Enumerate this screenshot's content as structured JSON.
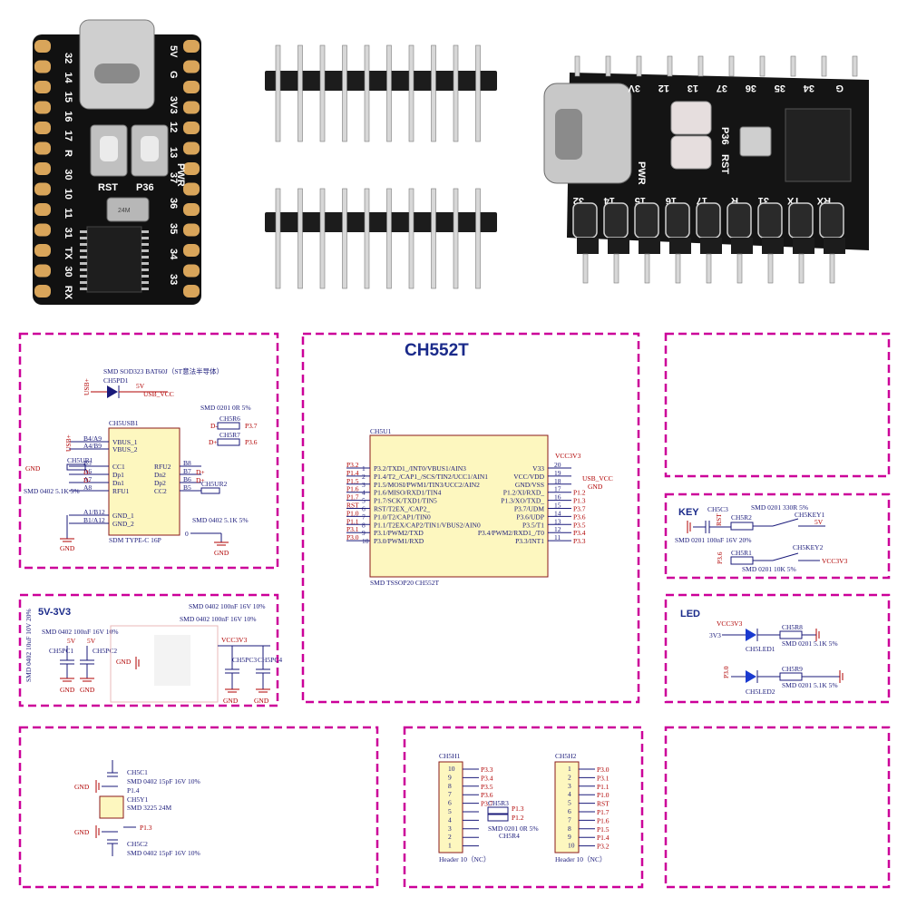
{
  "photos": {
    "board_top": {
      "left_labels": [
        "32",
        "14",
        "15",
        "16",
        "17",
        "R",
        "30",
        "10",
        "11",
        "31",
        "TX",
        "30",
        "RX"
      ],
      "right_labels": [
        "5V",
        "G",
        "3V3",
        "12",
        "13",
        "37",
        "36",
        "35",
        "34",
        "33"
      ],
      "buttons": [
        "RST",
        "P36"
      ],
      "pwr": "PWR",
      "crystal": "24M"
    },
    "board_side": {
      "top_labels": [
        "3V",
        "12",
        "13",
        "37",
        "36",
        "35",
        "34",
        "G"
      ],
      "bottom_labels": [
        "32",
        "14",
        "15",
        "16",
        "17",
        "R",
        "31",
        "TX",
        "RX"
      ],
      "buttons": [
        "RST",
        "P36"
      ],
      "pwr": "PWR"
    }
  },
  "usb_panel": {
    "diode_ref": "CH5PD1",
    "diode_part": "SMD SOD323 BAT60J（ST意法半导体）",
    "usb_plus": "USB+",
    "usb_vcc": "USB_VCC",
    "fiveV": "5V",
    "conn_ref": "CH5USB1",
    "conn_part": "SDM TYPE-C 16P",
    "left_pins": [
      "B4/A9",
      "A4/B9",
      "B5",
      "A6",
      "A7",
      "A8",
      "A1/B12",
      "B1/A12"
    ],
    "left_nets": [
      "VBUS_1",
      "VBUS_2",
      "CC1",
      "Dp1",
      "Dn1",
      "RFU1",
      "GND_1",
      "GND_2"
    ],
    "right_pins": [
      "B8",
      "B7",
      "B6",
      "B5"
    ],
    "right_nets": [
      "RFU2",
      "Dn2",
      "Dp2",
      "CC2"
    ],
    "res_ur1": "CH5UR1",
    "res_ur2": "CH5UR2",
    "res_ur_part": "SMD 0402 5.1K 5%",
    "r6": "CH5R6",
    "r7": "CH5R7",
    "r_part": "SMD 0201 0R 5%",
    "p37": "P3.7",
    "p36": "P3.6",
    "d_plus": "D+",
    "d_minus": "D-",
    "gnd": "GND",
    "zero": "0"
  },
  "mcu_panel": {
    "title": "CH552T",
    "ref": "CH5U1",
    "part": "SMD TSSOP20 CH552T",
    "vcc": "VCC3V3",
    "usb_vcc": "USB_VCC",
    "gnd": "GND",
    "left_pins": [
      {
        "num": "1",
        "net": "P3.2",
        "fn": "P3.2/TXD1_/INT0/VBUS1/AIN3"
      },
      {
        "num": "2",
        "net": "P1.4",
        "fn": "P1.4/T2_/CAP1_/SCS/TIN2/UCC1/AIN1"
      },
      {
        "num": "3",
        "net": "P1.5",
        "fn": "P1.5/MOSI/PWM1/TIN3/UCC2/AIN2"
      },
      {
        "num": "4",
        "net": "P1.6",
        "fn": "P1.6/MISO/RXD1/TIN4"
      },
      {
        "num": "5",
        "net": "P1.7",
        "fn": "P1.7/SCK/TXD1/TIN5"
      },
      {
        "num": "6",
        "net": "RST",
        "fn": "RST/T2EX_/CAP2_"
      },
      {
        "num": "7",
        "net": "P1.0",
        "fn": "P1.0/T2/CAP1/TIN0"
      },
      {
        "num": "8",
        "net": "P1.1",
        "fn": "P1.1/T2EX/CAP2/TIN1/VBUS2/AIN0"
      },
      {
        "num": "9",
        "net": "P3.1",
        "fn": "P3.1/PWM2/TXD"
      },
      {
        "num": "10",
        "net": "P3.0",
        "fn": "P3.0/PWM1/RXD"
      }
    ],
    "right_pins": [
      {
        "num": "20",
        "net": "",
        "fn": "V33"
      },
      {
        "num": "19",
        "net": "",
        "fn": "VCC/VDD"
      },
      {
        "num": "18",
        "net": "",
        "fn": "GND/VSS"
      },
      {
        "num": "17",
        "net": "P1.2",
        "fn": "P1.2/XI/RXD_"
      },
      {
        "num": "16",
        "net": "P1.3",
        "fn": "P1.3/XO/TXD_"
      },
      {
        "num": "15",
        "net": "P3.7",
        "fn": "P3.7/UDM"
      },
      {
        "num": "14",
        "net": "P3.6",
        "fn": "P3.6/UDP"
      },
      {
        "num": "13",
        "net": "P3.5",
        "fn": "P3.5/T1"
      },
      {
        "num": "12",
        "net": "P3.4",
        "fn": "P3.4/PWM2/RXD1_/T0"
      },
      {
        "num": "11",
        "net": "P3.3",
        "fn": "P3.3/INT1"
      }
    ]
  },
  "key_panel": {
    "title": "KEY",
    "c3": "CH5C3",
    "c3_part": "SMD 0201 100nF 16V 20%",
    "rst": "RST",
    "r2": "CH5R2",
    "r2_part": "SMD  0201 330R  5%",
    "key1": "CH5KEY1",
    "fiveV": "5V",
    "p36": "P3.6",
    "r1": "CH5R1",
    "r1_part": "SMD  0201 10K  5%",
    "key2": "CH5KEY2",
    "vcc": "VCC3V3"
  },
  "ldo_panel": {
    "title": "5V-3V3",
    "c1_part": "SMD 0402 10uF 10V 20%",
    "c2_part": "SMD 0402 100nF 16V 10%",
    "side_part": "SMD 0402 10uF 10V 20%",
    "mid_part": "SMD 0402 100nF 16V 10%",
    "pc1": "CH5PC1",
    "pc2": "CH5PC2",
    "pc3": "CH5PC3",
    "pc4": "CH5PC4",
    "fiveV": "5V",
    "vcc": "VCC3V3",
    "gnd": "GND"
  },
  "led_panel": {
    "title": "LED",
    "vcc": "VCC3V3",
    "net1": "3V3",
    "led1": "CH5LED1",
    "r8": "CH5R8",
    "net2": "P3.0",
    "led2": "CH5LED2",
    "r9": "CH5R9",
    "r_part": "SMD  0201 5.1K  5%"
  },
  "xtal_panel": {
    "c1": "CH5C1",
    "c1_part": "SMD 0402 15pF 16V 10%",
    "c1_net": "P1.4",
    "y1": "CH5Y1",
    "y1_part": "SMD 3225 24M",
    "c2": "CH5C2",
    "c2_part": "SMD 0402 15pF 16V 10%",
    "p13": "P1.3",
    "gnd": "GND"
  },
  "header_panel": {
    "h1": "CH5H1",
    "h2": "CH5H2",
    "h1_nets": [
      "P3.3",
      "P3.4",
      "P3.5",
      "P3.6",
      "P3.7",
      "",
      "",
      "",
      "",
      ""
    ],
    "h2_nets": [
      "P3.0",
      "P3.1",
      "P1.1",
      "P1.0",
      "RST",
      "P1.7",
      "P1.6",
      "P1.5",
      "P1.4",
      "P3.2"
    ],
    "r3": "CH5R3",
    "r4": "CH5R4",
    "r_part": "SMD 0201 0R  5%",
    "p13": "P1.3",
    "p12": "P1.2",
    "h1_label": "Header 10（NC）",
    "h2_label": "Header 10（NC）"
  }
}
